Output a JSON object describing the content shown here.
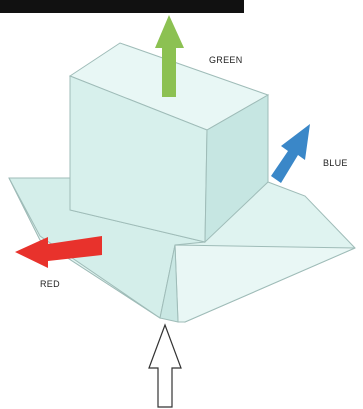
{
  "labels": {
    "green": "GREEN",
    "blue": "BLUE",
    "red": "RED"
  },
  "colors": {
    "green_arrow": "#8cc152",
    "blue_arrow": "#3a87c8",
    "red_arrow": "#e8322c",
    "prism_face_light": "#e6f6f4",
    "prism_face_mid": "#d3eeea",
    "prism_face_dark": "#c3e4e0",
    "edge": "#9fbcb8",
    "outline_arrow": "#333333"
  },
  "icons": {
    "green": "arrow-up-icon",
    "blue": "arrow-up-right-icon",
    "red": "arrow-left-icon",
    "input": "arrow-up-outline-icon"
  }
}
